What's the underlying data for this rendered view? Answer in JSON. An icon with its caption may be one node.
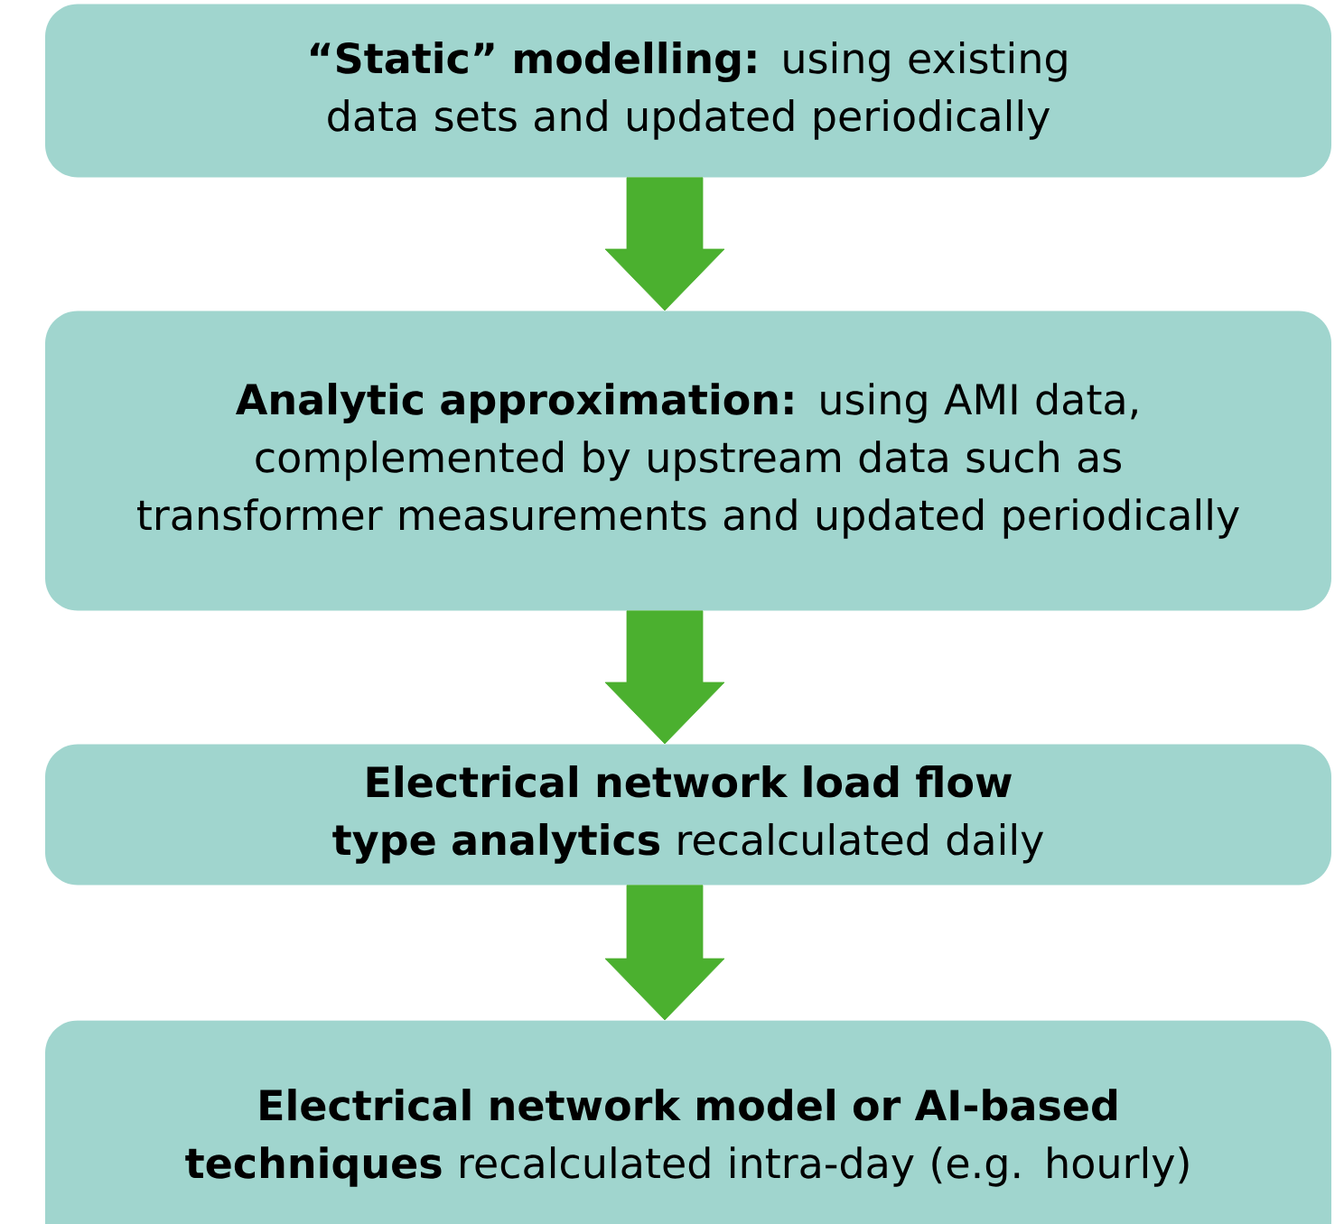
{
  "diagram": {
    "nodes": [
      {
        "text": [
          "**“Static” modelling:** using existing data sets and updated periodically"
        ]
      },
      {
        "text": [
          "**Analytic approximation:** using AMI data, complemented by upstream data such as transformer measurements and updated periodically"
        ]
      },
      {
        "text": [
          "**Electrical network load flow type analytics** recalculated daily"
        ]
      },
      {
        "text": [
          "**Electrical network model or AI-based techniques** recalculated intra-day (e.g. hourly)"
        ]
      }
    ],
    "edges": [
      {
        "from": 0,
        "to": 1,
        "arrow": "to"
      },
      {
        "from": 1,
        "to": 2,
        "arrow": "to"
      },
      {
        "from": 2,
        "to": 3,
        "arrow": "to"
      }
    ]
  }
}
